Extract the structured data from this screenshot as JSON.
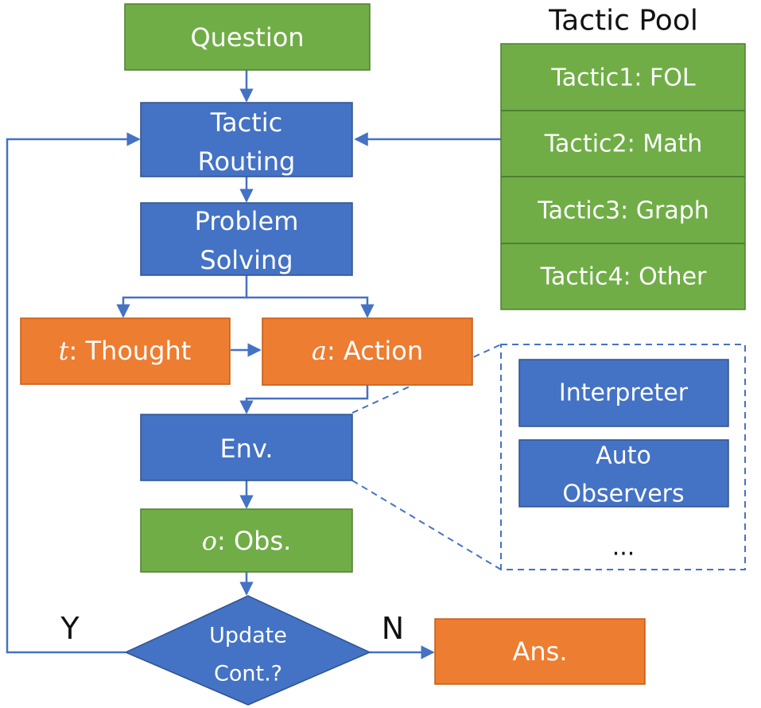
{
  "colors": {
    "green": "#70AD47",
    "green_border": "#4F7F30",
    "blue": "#4472C4",
    "blue_border": "#2F528F",
    "orange": "#ED7D31",
    "orange_border": "#C55A11",
    "line": "#4472C4"
  },
  "nodes": {
    "question": "Question",
    "tactic_routing_line1": "Tactic",
    "tactic_routing_line2": "Routing",
    "problem_solving_line1": "Problem",
    "problem_solving_line2": "Solving",
    "thought_var": "t",
    "thought_text": ": Thought",
    "action_var": "a",
    "action_text": ": Action",
    "env": "Env.",
    "obs_var": "o",
    "obs_text": ": Obs.",
    "update_line1": "Update",
    "update_line2": "Cont.?",
    "answer": "Ans."
  },
  "branch_labels": {
    "yes": "Y",
    "no": "N"
  },
  "tactic_pool": {
    "title": "Tactic Pool",
    "items": [
      "Tactic1: FOL",
      "Tactic2: Math",
      "Tactic3: Graph",
      "Tactic4: Other"
    ]
  },
  "env_detail": {
    "interpreter": "Interpreter",
    "auto_line1": "Auto",
    "auto_line2": "Observers",
    "more": "..."
  }
}
